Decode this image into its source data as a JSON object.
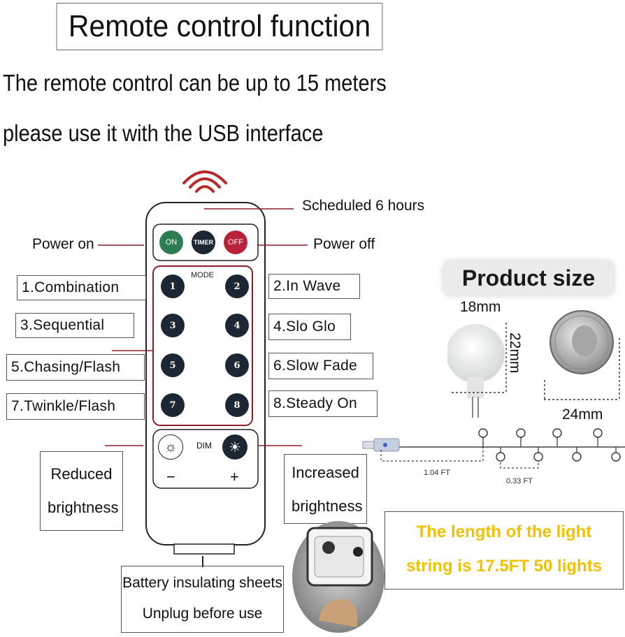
{
  "header": {
    "title": "Remote control function",
    "line1": "The remote control can be up to 15 meters",
    "line2": "please use it with the USB interface"
  },
  "remote": {
    "timer_note": "Scheduled 6 hours",
    "power_on": "Power on",
    "power_off": "Power off",
    "btn_on": "ON",
    "btn_timer": "TIMER",
    "btn_off": "OFF",
    "mode_label": "MODE",
    "dim_label": "DIM",
    "minus": "−",
    "plus": "+",
    "numbers": [
      "1",
      "2",
      "3",
      "4",
      "5",
      "6",
      "7",
      "8"
    ],
    "colors": {
      "on": "#2e7d52",
      "timer": "#1d2733",
      "off": "#b8213a",
      "frame": "#8a1c2a"
    }
  },
  "modes": {
    "m1": "1.Combination",
    "m2": "2.In Wave",
    "m3": "3.Sequential",
    "m4": "4.Slo Glo",
    "m5": "5.Chasing/Flash",
    "m6": "6.Slow Fade",
    "m7": "7.Twinkle/Flash",
    "m8": "8.Steady On"
  },
  "brightness": {
    "reduced_line1": "Reduced",
    "reduced_line2": "brightness",
    "increased_line1": "Increased",
    "increased_line2": "brightness"
  },
  "battery": {
    "line1": "Battery insulating sheets",
    "line2": "Unplug before use"
  },
  "product": {
    "title": "Product size",
    "width": "18mm",
    "height": "22mm",
    "coin": "24mm",
    "seg1": "1.04 FT",
    "seg2": "0.33 FT",
    "length_line1": "The length of the light",
    "length_line2": "string is 17.5FT 50 lights",
    "highlight_color": "#f2c200"
  }
}
